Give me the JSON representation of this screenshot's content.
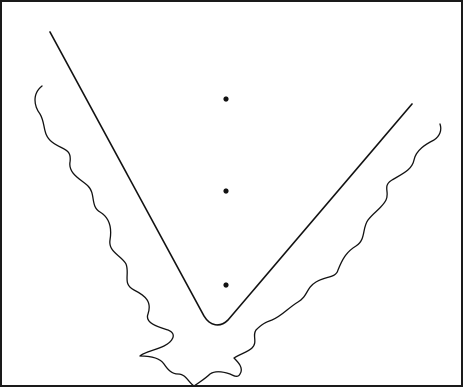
{
  "figure": {
    "frame_color": "#1a1a1a",
    "stroke_color": "#111111",
    "dot_color": "#111111",
    "dot_count": 3,
    "elements": [
      "v-shaped-line",
      "flame-outline",
      "vertical-dots"
    ]
  }
}
